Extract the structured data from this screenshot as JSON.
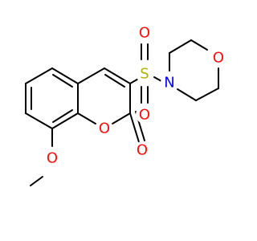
{
  "molecule": {
    "atoms": {
      "methoxy_o": {
        "symbol": "O",
        "color": "#ff0d0d"
      },
      "ring_o": {
        "symbol": "O",
        "color": "#ff0d0d"
      },
      "carbonyl_o": {
        "symbol": "O",
        "color": "#ff0d0d"
      },
      "sulfur": {
        "symbol": "S",
        "color": "#b2b200"
      },
      "sulfonyl_o_top": {
        "symbol": "O",
        "color": "#ff0d0d"
      },
      "sulfonyl_o_bottom": {
        "symbol": "O",
        "color": "#ff0d0d"
      },
      "nitrogen": {
        "symbol": "N",
        "color": "#0000ff"
      },
      "morpholine_o": {
        "symbol": "O",
        "color": "#ff0d0d"
      }
    },
    "bond_color": "#000000"
  }
}
